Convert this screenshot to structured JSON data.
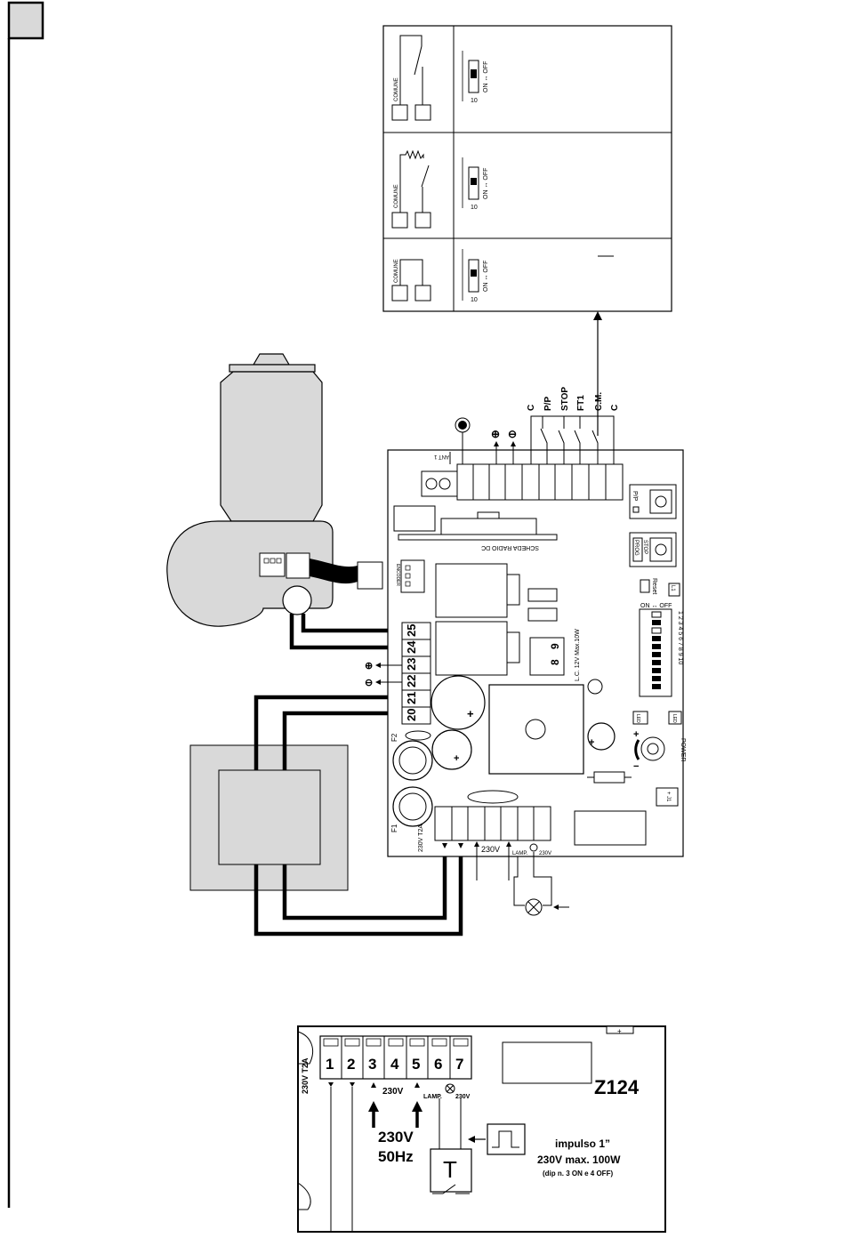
{
  "colors": {
    "ink": "#000000",
    "paper": "#ffffff",
    "grey_fill": "#d9d9d9",
    "light_grey": "#bfbfbf"
  },
  "switch_table": {
    "rows": [
      {
        "common_label": "COMUNE",
        "dip_number": "10",
        "dip_label": "ON ↔ OFF"
      },
      {
        "common_label": "COMUNE",
        "dip_number": "10",
        "dip_label": "ON ↔ OFF"
      },
      {
        "common_label": "COMUNE",
        "dip_number": "10",
        "dip_label": "ON ↔ OFF"
      }
    ]
  },
  "board": {
    "top_terminal_labels": [
      "C",
      "P/P",
      "STOP",
      "FT1",
      "C.M.",
      "C"
    ],
    "plus_symbol": "⊕",
    "minus_symbol": "⊖",
    "antenna_label": "ANT 1",
    "radio_label": "SCHEDA RADIO DC",
    "pp_button_label": "P/P",
    "prog_button_label": "PROG",
    "stop_label": "STOP",
    "reset_label": "Reset",
    "l1_label": "L1",
    "dip_header": "ON ↔ OFF",
    "dip_numbers": "1 2 3 4 5 6 7 8 9 10",
    "encoder_label": "ENCODER",
    "left_terminals": [
      "25",
      "24",
      "23",
      "22",
      "21",
      "20"
    ],
    "small_terminals": [
      "8",
      "9"
    ],
    "lamp_rating": "L.C. 12V Max.10W",
    "power_label": "POWER",
    "led_labels": [
      "LED",
      "LED"
    ],
    "f1_label": "F1",
    "f2_label": "F2",
    "t2a_label": "230V T2A",
    "bottom_230v": "230V",
    "lamp_label": "LAMP.",
    "lamp_230v": "230V",
    "fuse_corner": "+ J1"
  },
  "detail": {
    "terminals": [
      "1",
      "2",
      "3",
      "4",
      "5",
      "6",
      "7"
    ],
    "side_label": "230V T2A",
    "v230_label": "230V",
    "lamp_label": "LAMP.",
    "lamp_230v": "230V",
    "model": "Z124",
    "supply_line1": "230V",
    "supply_line2": "50Hz",
    "t_label": "T",
    "impulse_line1": "impulso 1”",
    "impulse_line2": "230V max. 100W",
    "impulse_line3": "(dip n. 3 ON e 4 OFF)"
  }
}
